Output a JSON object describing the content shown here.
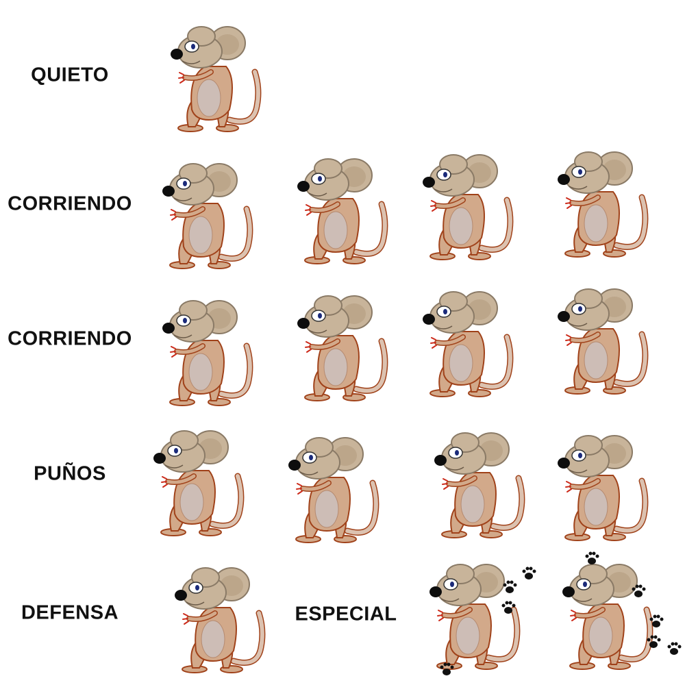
{
  "labels": {
    "idle": "QUIETO",
    "run1": "CORRIENDO",
    "run2": "CORRIENDO",
    "punch": "PUÑOS",
    "defense": "DEFENSA",
    "special": "ESPECIAL"
  },
  "colors": {
    "fur_body": "#d2a98a",
    "belly": "#cdbdb6",
    "ears_head": "#c8b49a",
    "outline": "#a0421a",
    "accent_red": "#cc2a1a",
    "paw_print": "#111111"
  },
  "sprites": {
    "idle": 1,
    "running_row_1": 4,
    "running_row_2": 4,
    "punches": 4,
    "defense": 1,
    "special": 2
  }
}
